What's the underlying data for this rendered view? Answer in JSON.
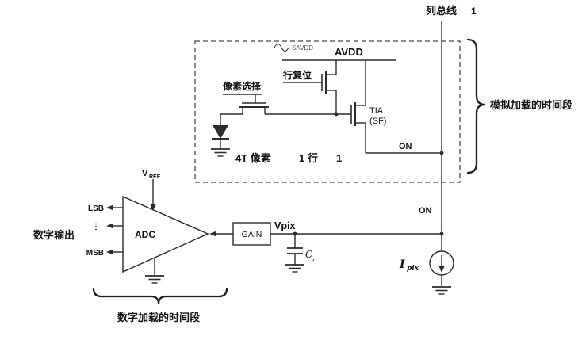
{
  "colors": {
    "line": "#2b2b2b",
    "text": "#111111",
    "bg": "#ffffff"
  },
  "column_bus": {
    "label": "列总线",
    "index": "1"
  },
  "pixel_box": {
    "savdd_annotation": "SAVDD",
    "avdd": "AVDD",
    "row_reset": "行复位",
    "pixel_select": "像素选择",
    "tia": "TIA",
    "tia_sub": "(SF)",
    "on": "ON",
    "caption_main": "4T 像素",
    "caption_row": "1 行",
    "caption_col": "1"
  },
  "analog_period": {
    "label": "模拟加载的时间段"
  },
  "adc": {
    "label": "ADC",
    "vref_main": "V",
    "vref_sub": "REF",
    "lsb": "LSB",
    "bits_ellipsis": "⋮",
    "msb": "MSB",
    "digital_output": "数字输出"
  },
  "readout": {
    "on": "ON",
    "gain": "GAIN",
    "vpix": "Vpix",
    "cap_main": "C",
    "cap_sub": ",",
    "ipix_main": "I",
    "ipix_sub": "pix"
  },
  "digital_period": {
    "label": "数字加载的时间段"
  }
}
